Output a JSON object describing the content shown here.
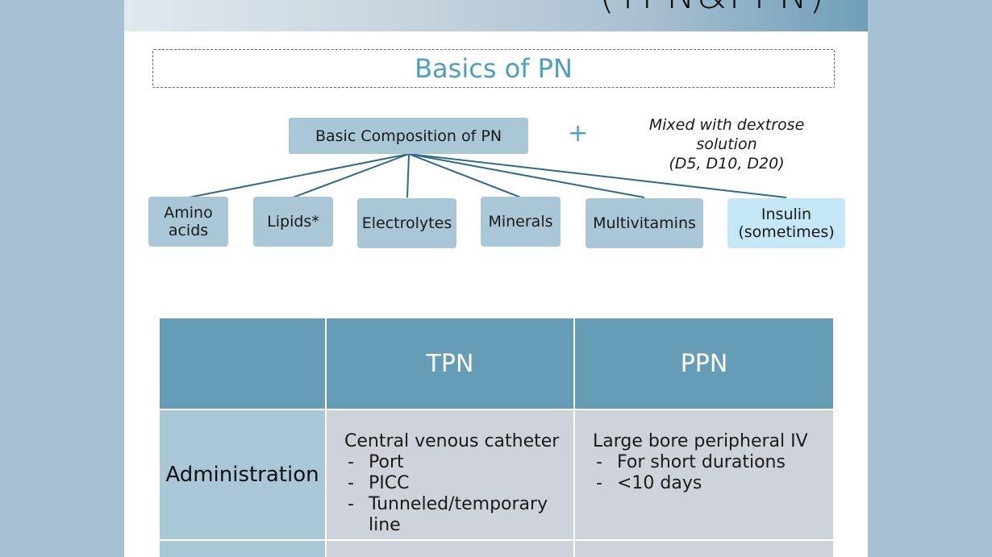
{
  "header": {
    "title": "(TPN&PPN)"
  },
  "section": {
    "title": "Basics of PN"
  },
  "diagram": {
    "root": "Basic Composition of PN",
    "plus": "+",
    "mixed_line1": "Mixed with dextrose solution",
    "mixed_line2": "(D5, D10, D20)",
    "leaves": [
      "Amino acids",
      "Lipids*",
      "Electrolytes",
      "Minerals",
      "Multivitamins",
      "Insulin (sometimes)"
    ]
  },
  "table": {
    "columns": [
      "",
      "TPN",
      "PPN"
    ],
    "rows": [
      {
        "label": "Administration",
        "tpn": {
          "heading": "Central venous catheter",
          "items": [
            "Port",
            "PICC",
            "Tunneled/temporary line"
          ]
        },
        "ppn": {
          "heading": "Large bore peripheral IV",
          "items": [
            "For short durations",
            "<10 days"
          ]
        }
      }
    ]
  },
  "colors": {
    "background": "#a6c2d2",
    "accent": "#4b9fc2",
    "box": "#a9c7d6",
    "box_light": "#c4e6f5",
    "table_header": "#659db7",
    "table_cell": "#cdd3d9"
  }
}
